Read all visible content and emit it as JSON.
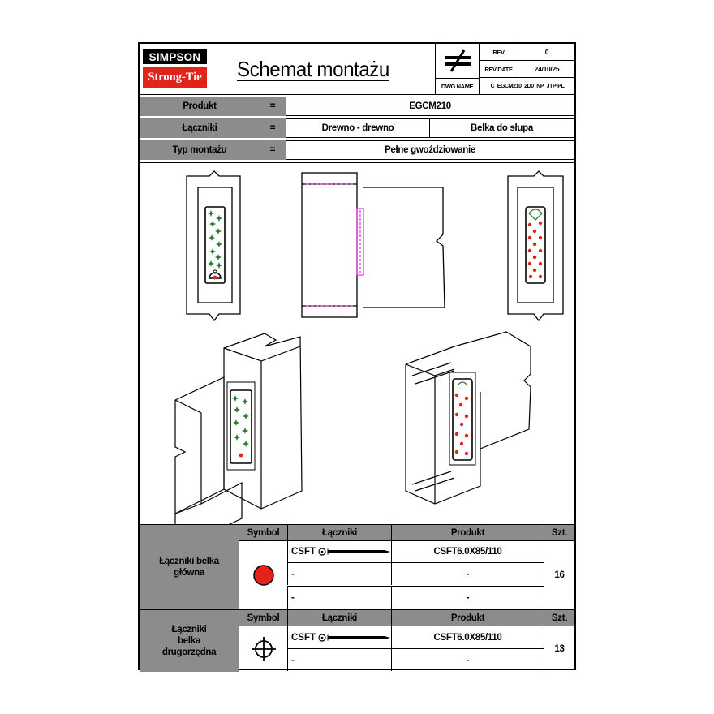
{
  "header": {
    "logo_top": "SIMPSON",
    "logo_bottom": "Strong-Tie",
    "title": "Schemat montażu",
    "symbol": "≠",
    "rev_label": "REV",
    "rev_value": "0",
    "rev_date_label": "REV DATE",
    "rev_date_value": "24/10/25",
    "dwg_name_label": "DWG NAME",
    "dwg_name_value": "C_EGCM210_2D0_NP_JTP-PL"
  },
  "info": {
    "rows": [
      {
        "label": "Produkt",
        "eq": "=",
        "value": "EGCM210"
      },
      {
        "label": "Łączniki",
        "eq": "=",
        "value_left": "Drewno - drewno",
        "value_right": "Belka do słupa"
      },
      {
        "label": "Typ montażu",
        "eq": "=",
        "value": "Pełne gwoździowanie"
      }
    ]
  },
  "colors": {
    "header_grey": "#8c8c8c",
    "red_fastener": "#e2231a",
    "green_fastener": "#2e7d32",
    "magenta_connector": "#e040e0"
  },
  "main_table": {
    "group_label": "Łączniki belka główna",
    "headers": {
      "symbol": "Symbol",
      "fasteners": "Łączniki",
      "product": "Produkt",
      "qty": "Szt."
    },
    "symbol_icon": "red-dot-icon",
    "rows": [
      {
        "fastener": "CSFT",
        "product": "CSFT6.0X85/110"
      },
      {
        "fastener": "-",
        "product": "-"
      },
      {
        "fastener": "-",
        "product": "-"
      }
    ],
    "qty": "16"
  },
  "secondary_table": {
    "group_label": "Łączniki belka drugorzędna",
    "headers": {
      "symbol": "Symbol",
      "fasteners": "Łączniki",
      "product": "Produkt",
      "qty": "Szt."
    },
    "symbol_icon": "crosshair-icon",
    "rows": [
      {
        "fastener": "CSFT",
        "product": "CSFT6.0X85/110"
      },
      {
        "fastener": "-",
        "product": "-"
      }
    ],
    "qty": "13"
  }
}
